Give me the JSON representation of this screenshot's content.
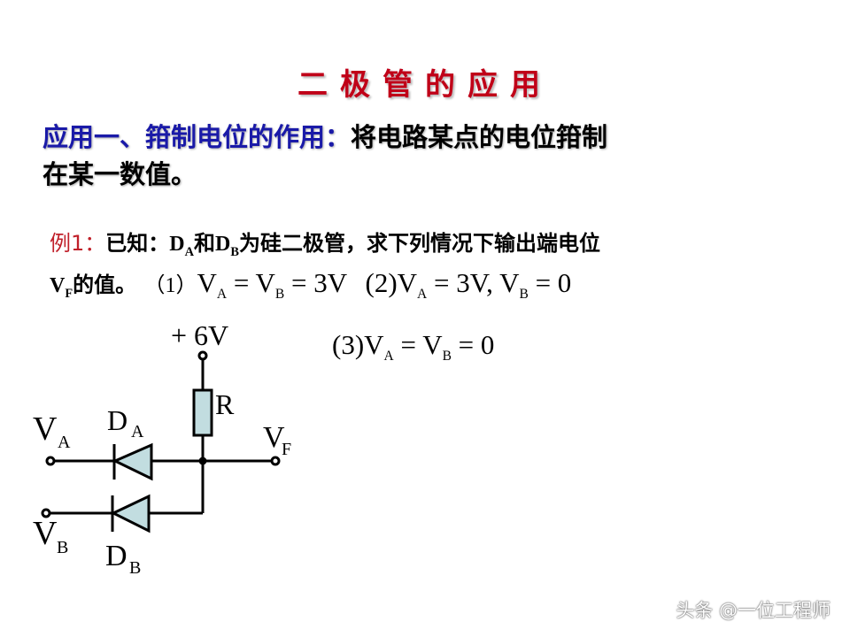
{
  "title": "二极管的应用",
  "heading": {
    "label": "应用一、箝制电位的作用：",
    "text_line1": "将电路某点的电位箝制",
    "text_line2": "在某一数值。"
  },
  "example": {
    "label": "例1：",
    "known": "已知：",
    "d": "D",
    "a": "A",
    "and": "和",
    "b": "B",
    "desc": "为硅二极管，求下列情况下输出端电位",
    "v": "V",
    "f": "F",
    "value_of": "的值。",
    "case1": {
      "prefix": "（1）",
      "v": "V",
      "a": "A",
      "eq": " = ",
      "b": "B",
      "val": "3V"
    },
    "case2": {
      "prefix": "(2)",
      "v": "V",
      "a": "A",
      "eq1": " = 3V, ",
      "b": "B",
      "eq2": " = 0"
    },
    "case3": {
      "prefix": "(3)",
      "v": "V",
      "a": "A",
      "eq": " = ",
      "b": "B",
      "eq2": " = 0"
    }
  },
  "circuit": {
    "supply": "+ 6V",
    "r": "R",
    "v": "V",
    "d": "D",
    "a": "A",
    "b": "B",
    "f": "F",
    "fill": "#c2dde0"
  },
  "watermark": "头条 @一位工程师"
}
